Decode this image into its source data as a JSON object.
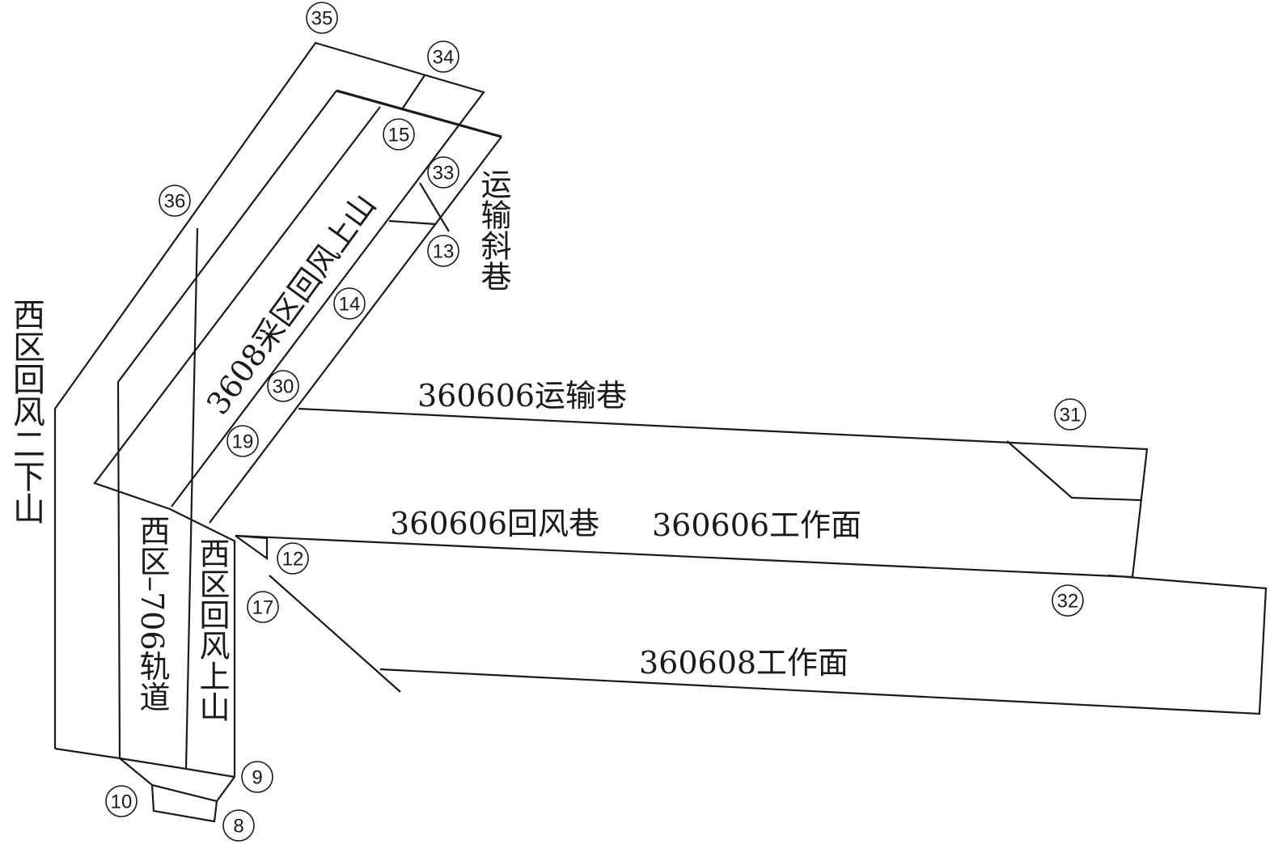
{
  "labels": {
    "west_return_2_down": "西区回风二下山",
    "west_706_track": "西区–706轨道",
    "west_return_up": "西区回风上山",
    "mining_3608_return_up": "3608采区回风上山",
    "transport_incline": "运输斜巷",
    "haulage_360606": "360606运输巷",
    "return_360606": "360606回风巷",
    "face_360606": "360606工作面",
    "face_360608": "360608工作面"
  },
  "nodes": [
    "8",
    "9",
    "10",
    "12",
    "13",
    "14",
    "15",
    "17",
    "19",
    "30",
    "31",
    "32",
    "33",
    "34",
    "35",
    "36"
  ]
}
